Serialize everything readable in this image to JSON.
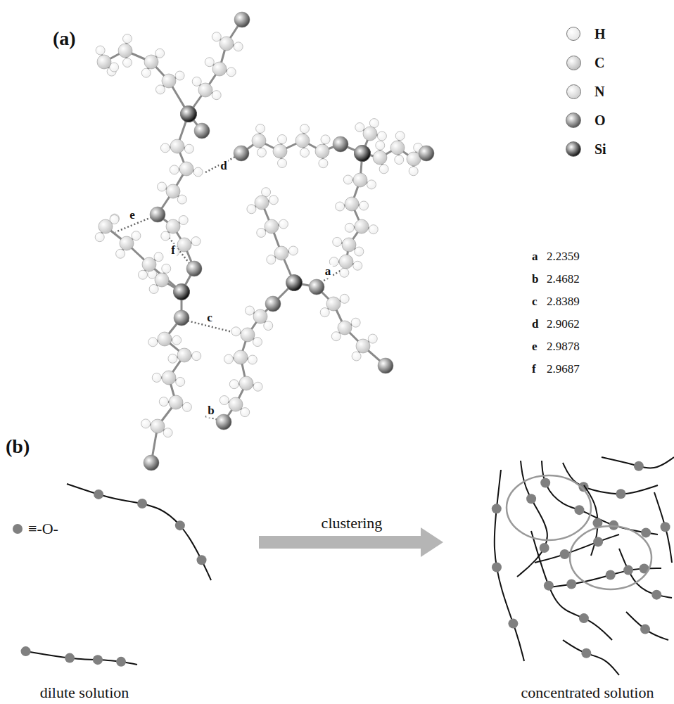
{
  "diagram": {
    "labels": [
      "(a)",
      "a",
      "b",
      "c",
      "d",
      "e",
      "f",
      "a",
      "2.2359",
      "b",
      "2.4682",
      "c",
      "2.8389",
      "d",
      "2.9062",
      "e",
      "2.9878",
      "f",
      "2.9687",
      "(b)",
      "clustering",
      "dilute solution",
      "concentrated solution"
    ],
    "legend": [
      {
        "text": "H",
        "color": "#e6e6e6"
      },
      {
        "text": "C",
        "color": "#bdbdbd"
      },
      {
        "text": "N",
        "color": "#cfcfcf"
      },
      {
        "text": "O",
        "color": "#555555"
      },
      {
        "text": "Si",
        "color": "#111111"
      },
      {
        "text": "≡-O-",
        "color": "#808080"
      }
    ]
  }
}
